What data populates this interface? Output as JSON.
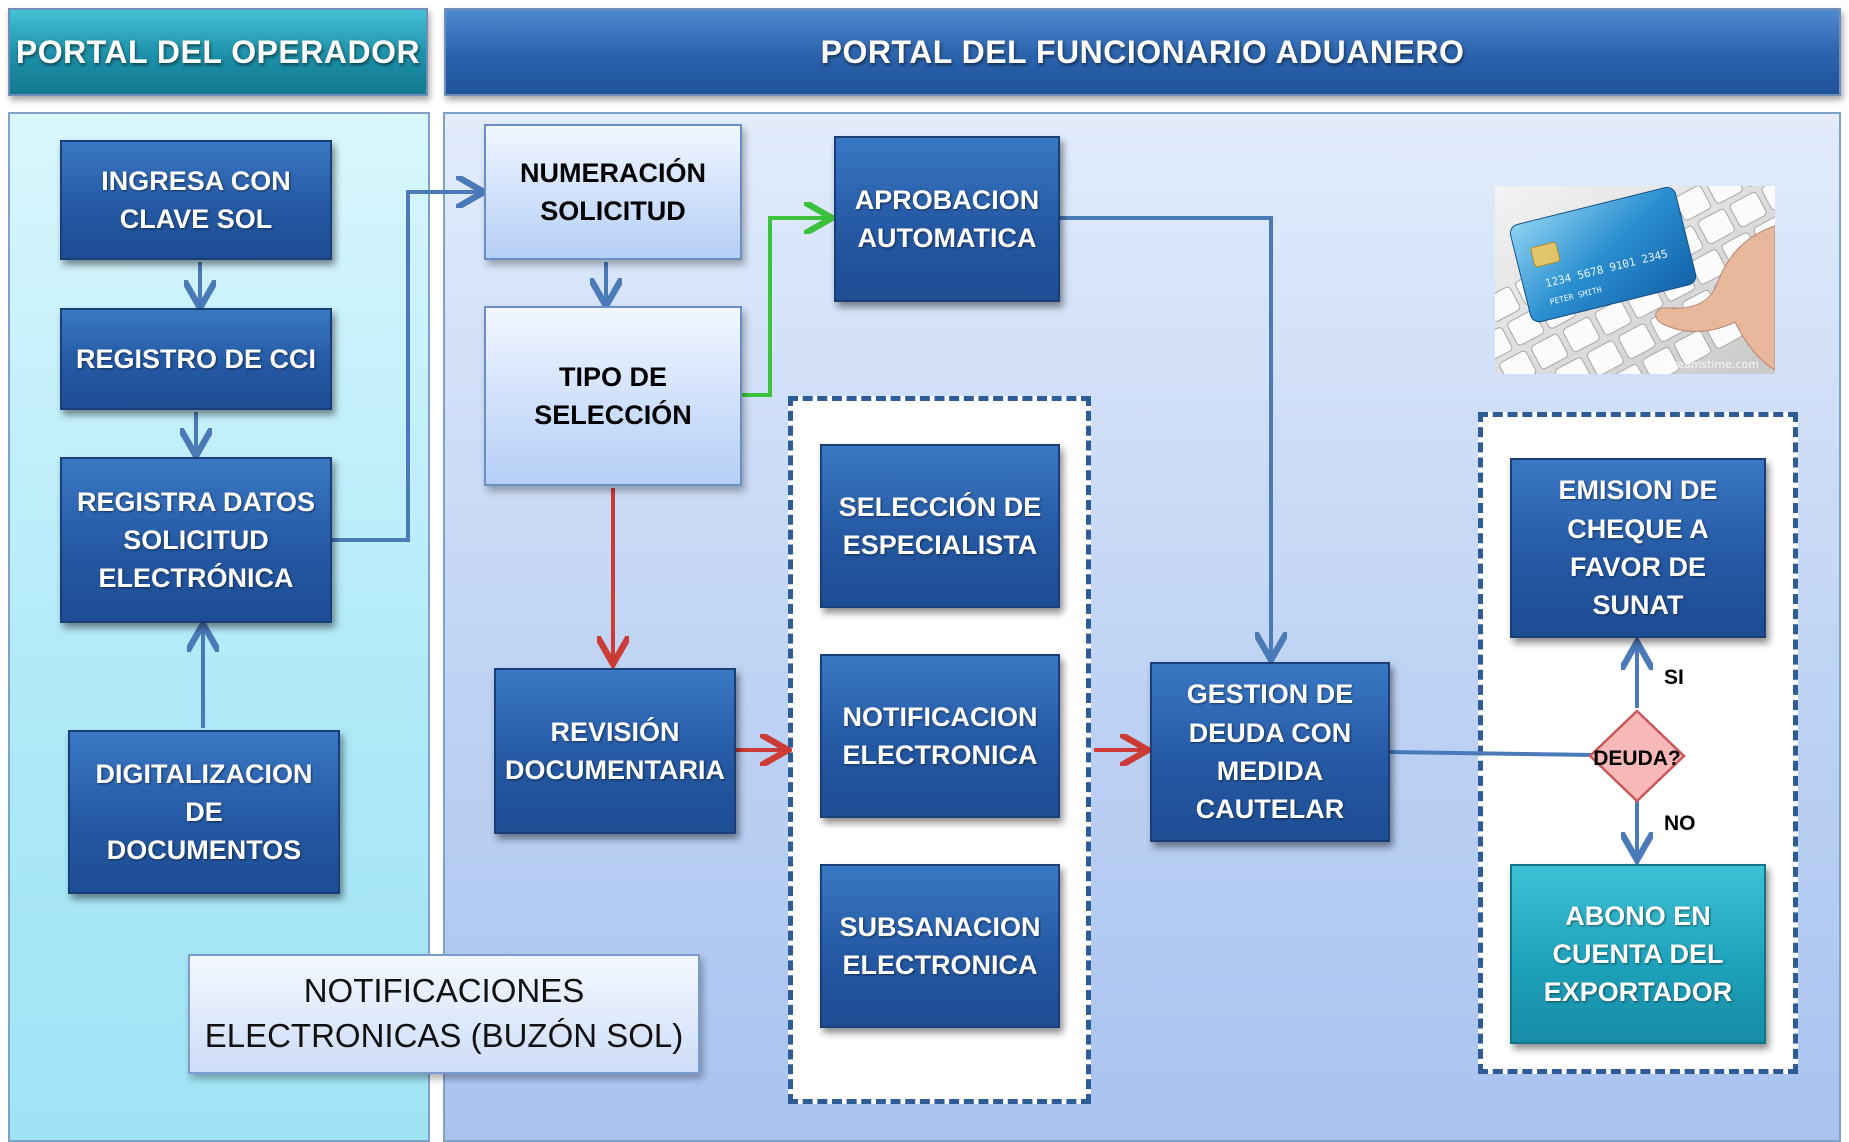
{
  "headers": {
    "operador": "PORTAL DEL OPERADOR",
    "funcionario": "PORTAL DEL FUNCIONARIO  ADUANERO"
  },
  "nodes": {
    "ingresa": "INGRESA CON\nCLAVE SOL",
    "registro_cci": "REGISTRO DE CCI",
    "registra_datos": "REGISTRA DATOS\nSOLICITUD\nELECTRÓNICA",
    "digitalizacion": "DIGITALIZACION\nDE\nDOCUMENTOS",
    "numeracion": "NUMERACIÓN\nSOLICITUD",
    "tipo_seleccion": "TIPO DE\nSELECCIÓN",
    "aprobacion": "APROBACION\nAUTOMATICA",
    "revision": "REVISIÓN\nDOCUMENTARIA",
    "seleccion_especialista": "SELECCIÓN DE\nESPECIALISTA",
    "notificacion": "NOTIFICACION\nELECTRONICA",
    "subsanacion": "SUBSANACION\nELECTRONICA",
    "gestion": "GESTION DE\nDEUDA CON\nMEDIDA\nCAUTELAR",
    "emision": "EMISION DE\nCHEQUE  A\nFAVOR DE\nSUNAT",
    "abono": "ABONO EN\nCUENTA DEL\nEXPORTADOR",
    "deuda": "DEUDA?",
    "buzon": "NOTIFICACIONES\nELECTRONICAS (BUZÓN SOL)"
  },
  "labels": {
    "si": "SI",
    "no": "NO"
  },
  "image": {
    "card_numbers": "1234 5678 9101 2345",
    "card_name": "PETER SMITH",
    "watermark": "dreamstime.com"
  },
  "colors": {
    "blue_arrow": "#4a7ab8",
    "green_arrow": "#3cc23c",
    "red_arrow": "#cc3b35"
  }
}
